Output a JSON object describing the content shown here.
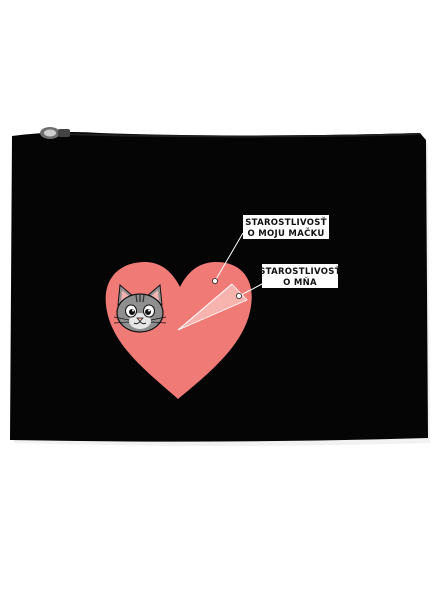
{
  "product": {
    "colors": {
      "pouch": "#050505",
      "heart": "#f07a76",
      "slice": "#f7b3ae",
      "label_bg": "#ffffff",
      "zipper": "#9a9a9a",
      "cat_fur": "#8f8f8f",
      "cat_nose": "#f3b2b2"
    },
    "icons": {
      "cat": "cat-face-icon",
      "zipper": "zipper-pull-icon"
    }
  },
  "callouts": {
    "my_cat": {
      "line1": "STAROSTLIVOSŤ",
      "line2": "O MOJU MAČKU"
    },
    "me": {
      "line1": "STAROSTLIVOSŤ",
      "line2": "O MŇA"
    }
  }
}
